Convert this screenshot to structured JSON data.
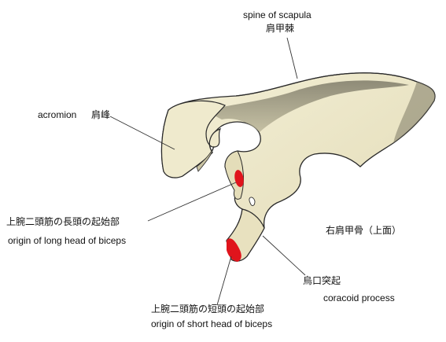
{
  "labels": {
    "spine_en": "spine of scapula",
    "spine_jp": "肩甲棘",
    "acromion_en": "acromion",
    "acromion_jp": "肩峰",
    "long_head_jp": "上腕二頭筋の長頭の起始部",
    "long_head_en": "origin of long head of biceps",
    "view_jp": "右肩甲骨（上面）",
    "coracoid_jp": "烏口突起",
    "coracoid_en": "coracoid process",
    "short_head_jp": "上腕二頭筋の短頭の起始部",
    "short_head_en": "origin of short head of biceps"
  },
  "colors": {
    "bone_fill": "#ece7c9",
    "bone_shadow": "#8a8670",
    "outline": "#2a2a2a",
    "muscle_origin": "#e0141c",
    "leader": "#333333"
  }
}
